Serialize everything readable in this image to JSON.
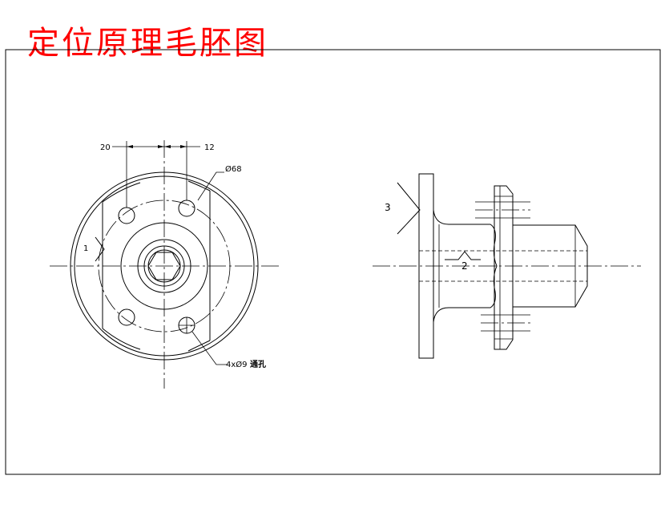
{
  "title": "定位原理毛胚图",
  "colors": {
    "title": "#ff0000",
    "lines": "#000000",
    "background": "#ffffff"
  },
  "front_view": {
    "dim_left": "20",
    "dim_right": "12",
    "diameter_label": "Ø68",
    "hole_note": "4xØ9",
    "hole_note_suffix": "通孔",
    "locator_1": "1"
  },
  "side_view": {
    "locator_2": "2",
    "locator_3": "3"
  }
}
